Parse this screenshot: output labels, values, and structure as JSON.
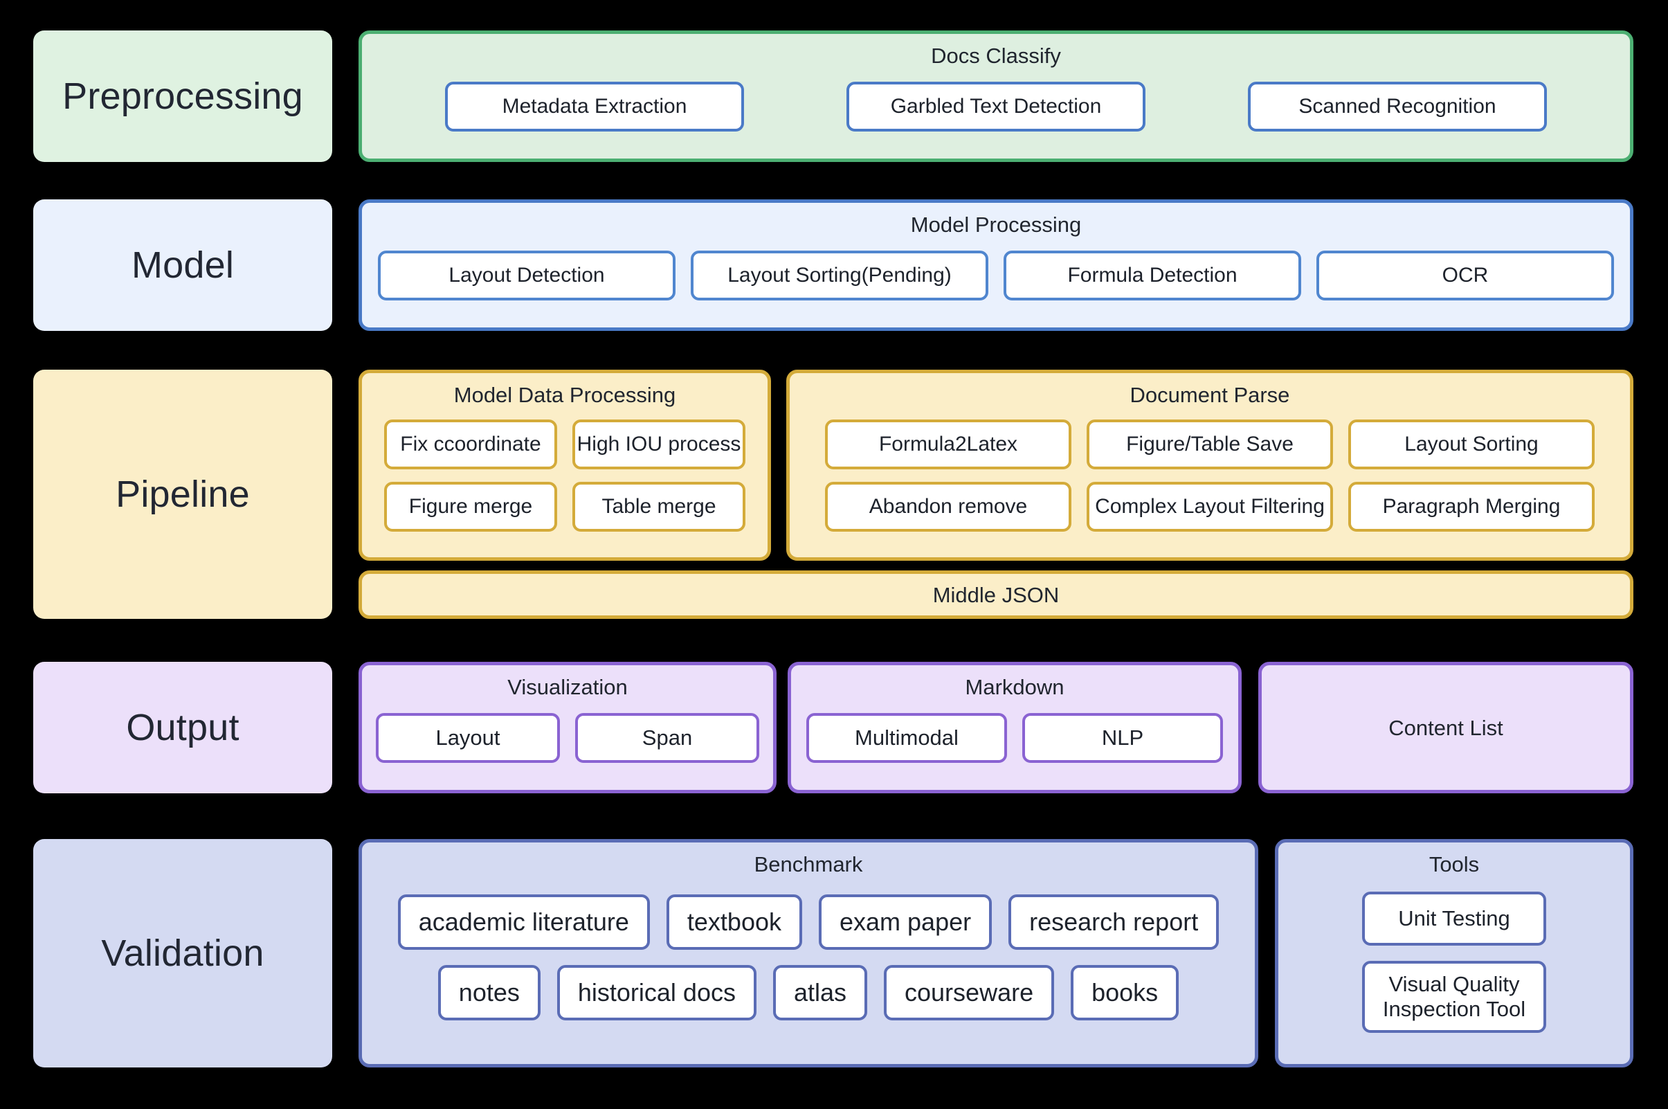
{
  "rows": [
    {
      "label": "Preprocessing",
      "panels": [
        {
          "title": "Docs Classify",
          "chips": [
            "Metadata Extraction",
            "Garbled Text Detection",
            "Scanned Recognition"
          ]
        }
      ]
    },
    {
      "label": "Model",
      "panels": [
        {
          "title": "Model Processing",
          "chips": [
            "Layout Detection",
            "Layout Sorting(Pending)",
            "Formula Detection",
            "OCR"
          ]
        }
      ]
    },
    {
      "label": "Pipeline",
      "panels": [
        {
          "title": "Model Data Processing",
          "chips_row1": [
            "Fix ccoordinate",
            "High IOU process"
          ],
          "chips_row2": [
            "Figure merge",
            "Table merge"
          ]
        },
        {
          "title": "Document Parse",
          "chips_row1": [
            "Formula2Latex",
            "Figure/Table Save",
            "Layout Sorting"
          ],
          "chips_row2": [
            "Abandon remove",
            "Complex Layout Filtering",
            "Paragraph Merging"
          ]
        },
        {
          "title": "Middle JSON"
        }
      ]
    },
    {
      "label": "Output",
      "panels": [
        {
          "title": "Visualization",
          "chips": [
            "Layout",
            "Span"
          ]
        },
        {
          "title": "Markdown",
          "chips": [
            "Multimodal",
            "NLP"
          ]
        },
        {
          "title": "Content List"
        }
      ]
    },
    {
      "label": "Validation",
      "panels": [
        {
          "title": "Benchmark",
          "chips_row1": [
            "academic literature",
            "textbook",
            "exam paper",
            "research report"
          ],
          "chips_row2": [
            "notes",
            "historical docs",
            "atlas",
            "courseware",
            "books"
          ]
        },
        {
          "title": "Tools",
          "chips": [
            "Unit Testing",
            "Visual Quality Inspection Tool"
          ]
        }
      ]
    }
  ],
  "colors": {
    "background": "#000000",
    "preprocessing_fill": "#deefe0",
    "preprocessing_border": "#4caf72",
    "model_fill": "#eaf1fd",
    "model_border": "#4a7ac7",
    "pipeline_fill": "#fbeec8",
    "pipeline_border": "#d4ab3a",
    "output_fill": "#ece0fa",
    "output_border": "#8a63d2",
    "validation_fill": "#d4daf2",
    "validation_border": "#5a6cb5",
    "chip_fill": "#ffffff",
    "text": "#21262f"
  }
}
